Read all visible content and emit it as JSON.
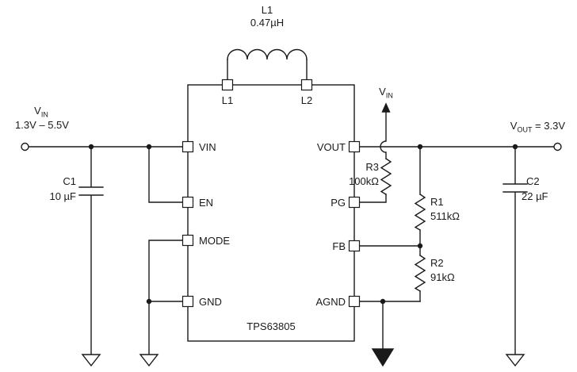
{
  "schematic": {
    "ic": {
      "name": "TPS63805",
      "pin_labels": {
        "l1": "L1",
        "l2": "L2",
        "vin": "VIN",
        "en": "EN",
        "mode": "MODE",
        "gnd": "GND",
        "vout": "VOUT",
        "pg": "PG",
        "fb": "FB",
        "agnd": "AGND"
      }
    },
    "inductor": {
      "ref": "L1",
      "value": "0.47µH"
    },
    "input": {
      "sym": "V",
      "sub": "IN",
      "range": "1.3V – 5.5V"
    },
    "output": {
      "sym": "V",
      "sub": "OUT",
      "suffix": " = 3.3V"
    },
    "pullup_supply": {
      "sym": "V",
      "sub": "IN"
    },
    "c1": {
      "ref": "C1",
      "value": "10 µF"
    },
    "c2": {
      "ref": "C2",
      "value": "22 µF"
    },
    "r1": {
      "ref": "R1",
      "value": "511kΩ"
    },
    "r2": {
      "ref": "R2",
      "value": "91kΩ"
    },
    "r3": {
      "ref": "R3",
      "value": "100kΩ"
    }
  },
  "colors": {
    "line": "#1a1a1a",
    "background": "#ffffff"
  }
}
